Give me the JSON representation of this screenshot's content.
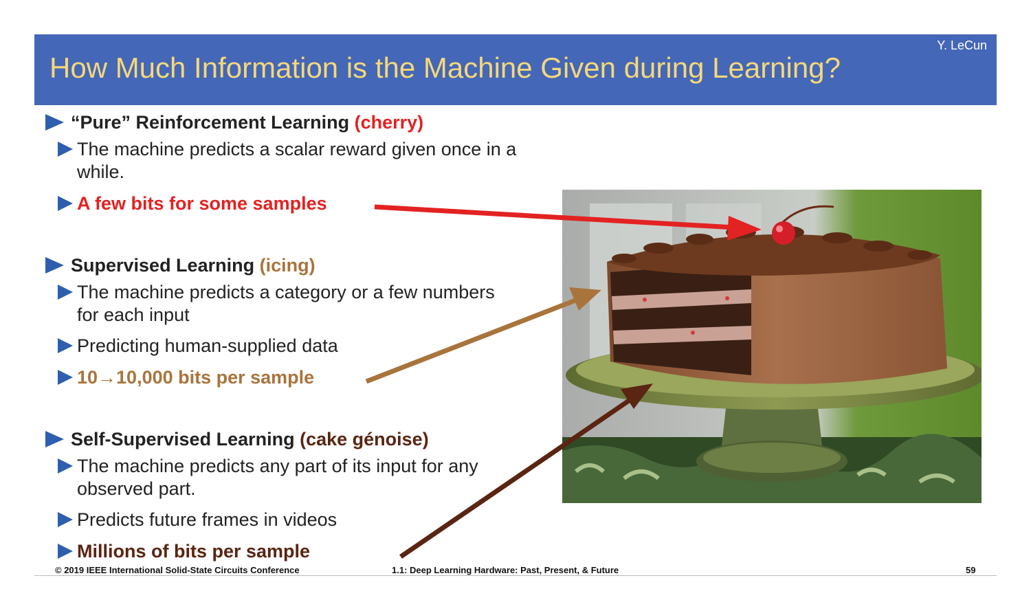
{
  "header": {
    "title": "How Much Information is the Machine Given during Learning?",
    "author": "Y. LeCun"
  },
  "sections": [
    {
      "heading": "“Pure” Reinforcement Learning",
      "tag": "(cherry)",
      "items": [
        "The machine predicts a scalar reward given once in a",
        "while.",
        "A few bits for some samples"
      ]
    },
    {
      "heading": "Supervised Learning",
      "tag": "(icing)",
      "items": [
        "The machine predicts a category or a few numbers",
        "for each input",
        "Predicting human-supplied data",
        "10→10,000 bits per sample"
      ]
    },
    {
      "heading": "Self-Supervised Learning",
      "tag": "(cake génoise)",
      "items": [
        "The machine predicts any part of its input for any",
        "observed part.",
        "Predicts future frames in videos",
        "Millions of bits per sample"
      ]
    }
  ],
  "colors": {
    "header_bg": "#4467b7",
    "title": "#f6d87a",
    "bullet": "#2d5fae",
    "cherry": "#e32222",
    "icing": "#a9743c",
    "genoise": "#5a2512"
  },
  "footer": {
    "left": "© 2019 IEEE International Solid-State Circuits Conference",
    "center": "1.1: Deep Learning Hardware: Past, Present, & Future",
    "page": "59"
  }
}
